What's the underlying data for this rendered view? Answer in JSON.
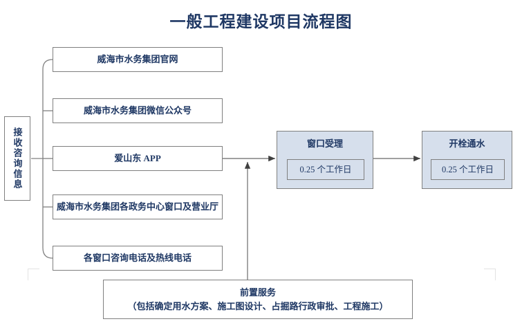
{
  "title": "一般工程建设项目流程图",
  "source_node": {
    "label": "接收咨询信息"
  },
  "channels": [
    {
      "label": "威海市水务集团官网"
    },
    {
      "label": "威海市水务集团微信公众号"
    },
    {
      "label": "爱山东 APP"
    },
    {
      "label": "威海市水务集团各政务中心窗口及营业厅"
    },
    {
      "label": "各窗口咨询电话及热线电话"
    }
  ],
  "stages": [
    {
      "label": "窗口受理",
      "duration": "0.25 个工作日"
    },
    {
      "label": "开栓通水",
      "duration": "0.25 个工作日"
    }
  ],
  "footer_node": {
    "line1": "前置服务",
    "line2": "（包括确定用水方案、施工图设计、占掘路行政审批、工程施工）"
  },
  "colors": {
    "title": "#1f3864",
    "text": "#1f3864",
    "box_border": "#7f7f7f",
    "stage_fill": "#d6dfec",
    "connector": "#808080",
    "canvas": "#ffffff"
  }
}
